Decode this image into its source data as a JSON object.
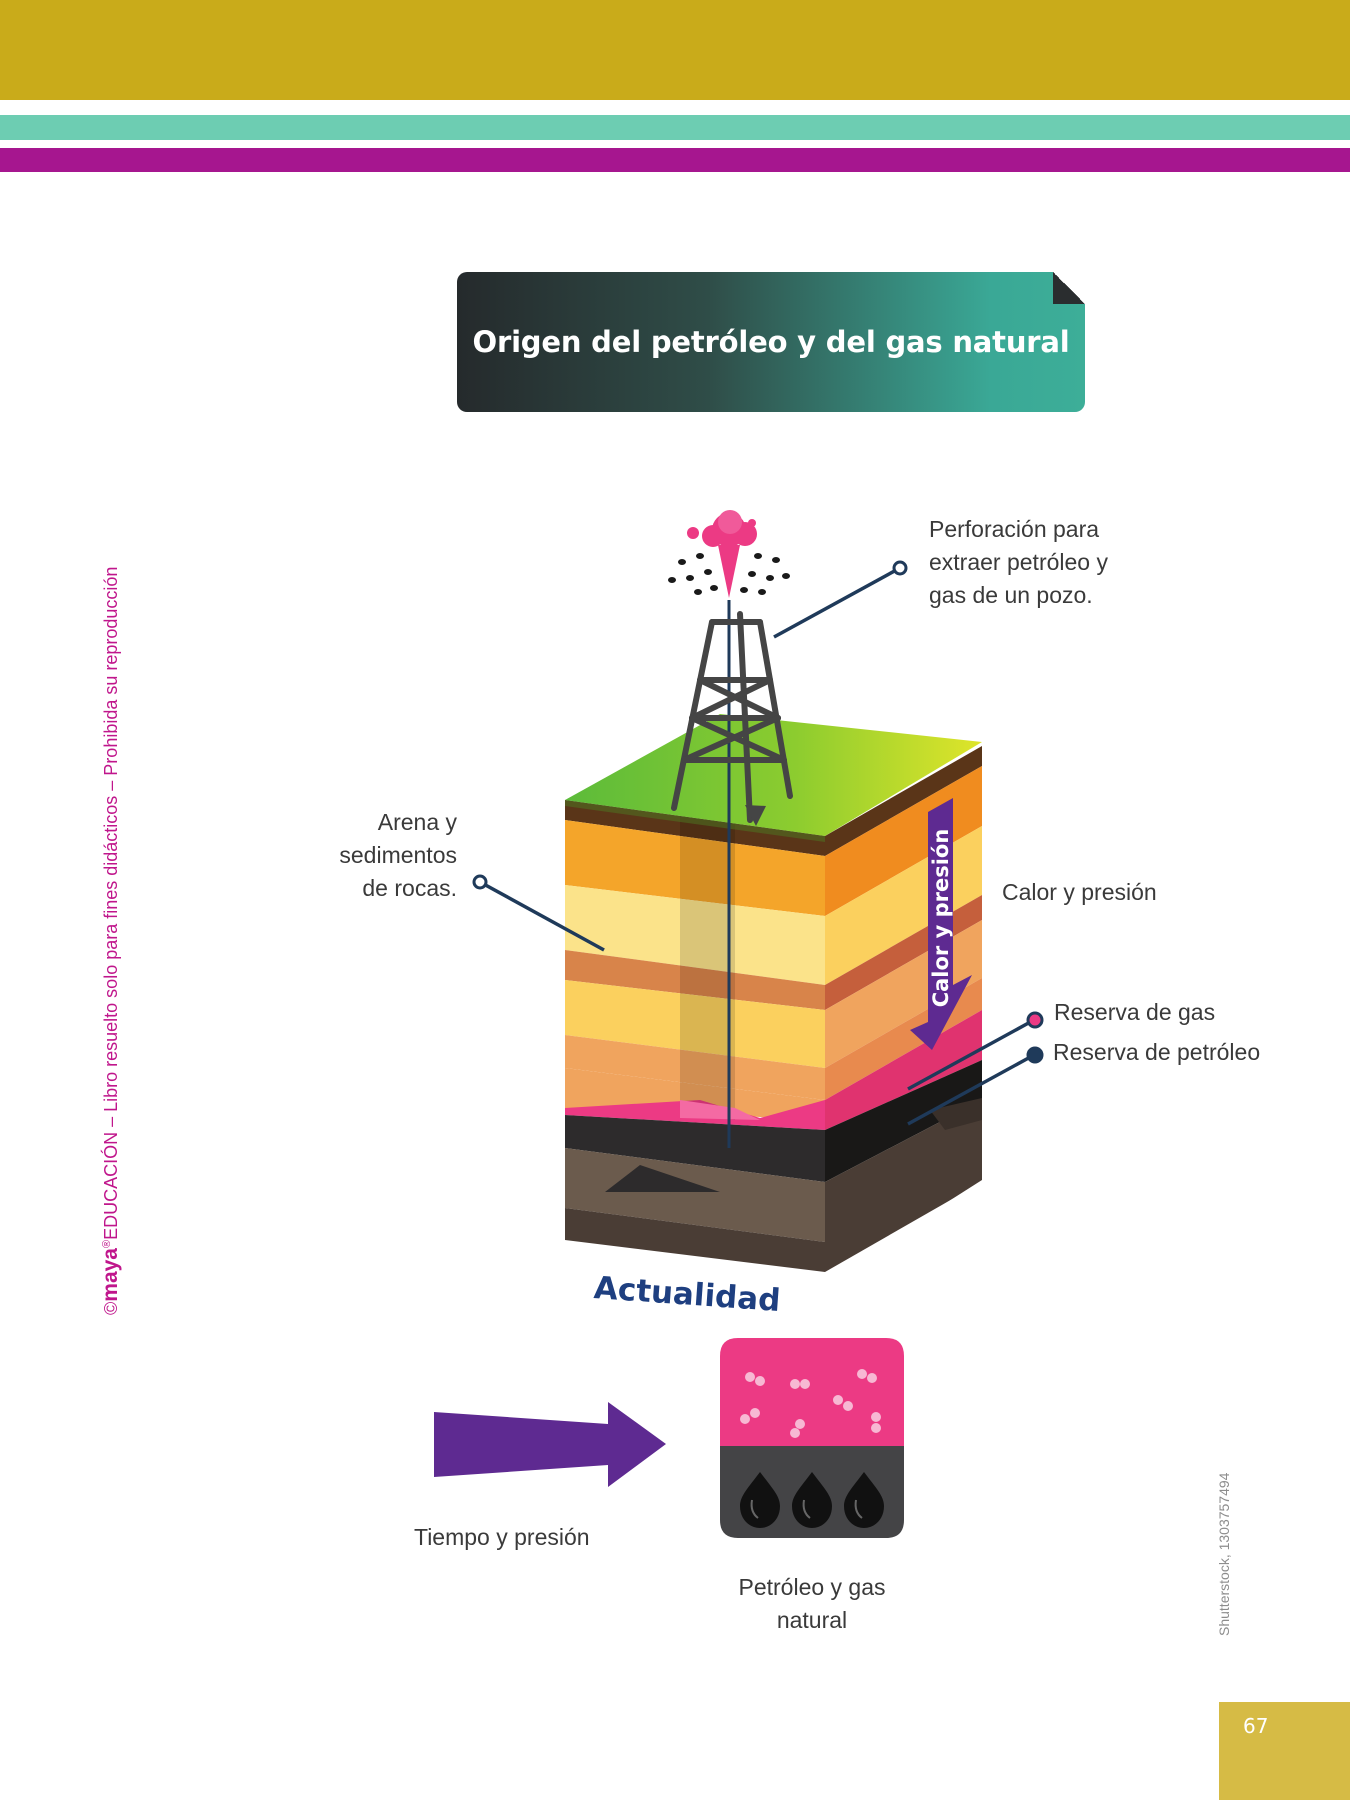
{
  "title": "Origen del petróleo y del gas natural",
  "side_credit": {
    "copyright": "©",
    "brand": "maya",
    "registered": "®",
    "suffix": "EDUCACIÓN – Libro resuelto solo para fines didácticos – Prohibida su reproducción"
  },
  "image_credit": "Shutterstock, 1303757494",
  "labels": {
    "perforacion": [
      "Perforación para",
      "extraer petróleo y",
      "gas de un pozo."
    ],
    "arena": [
      "Arena y",
      "sedimentos",
      "de rocas."
    ],
    "calor": "Calor y presión",
    "reserva_gas": "Reserva de gas",
    "reserva_petroleo": "Reserva de petróleo",
    "arrow_text": "Calor y presión",
    "actualidad": "Actualidad",
    "tiempo": "Tiempo y presión",
    "producto": [
      "Petróleo y gas",
      "natural"
    ]
  },
  "page_number": "67",
  "colors": {
    "gold": "#c9ab1a",
    "teal": "#6dcdb2",
    "magenta": "#a6168f",
    "brand_pink": "#c0168c",
    "arrow_purple": "#5e2a91",
    "gas_pink": "#ec3a84",
    "leader_navy": "#1f3a5a"
  }
}
